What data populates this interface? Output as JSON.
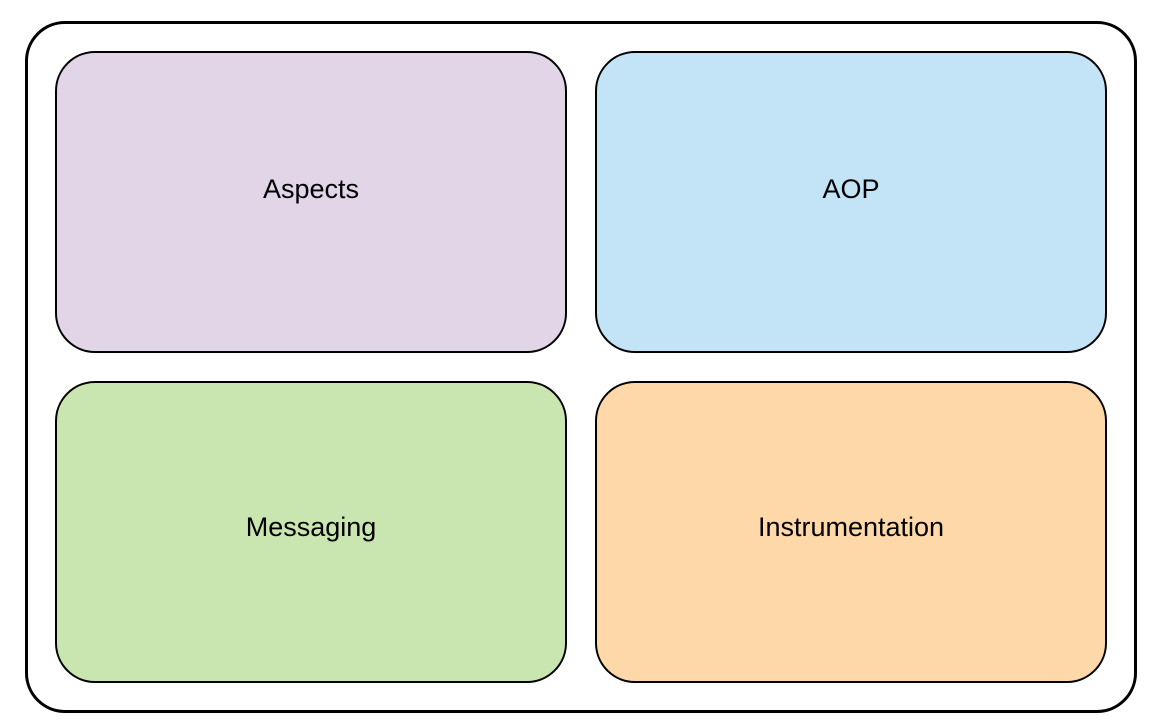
{
  "diagram": {
    "boxes": [
      {
        "label": "Aspects",
        "color": "#e1d5e7"
      },
      {
        "label": "AOP",
        "color": "#c3e3f6"
      },
      {
        "label": "Messaging",
        "color": "#c9e5b0"
      },
      {
        "label": "Instrumentation",
        "color": "#fed8a9"
      }
    ]
  }
}
